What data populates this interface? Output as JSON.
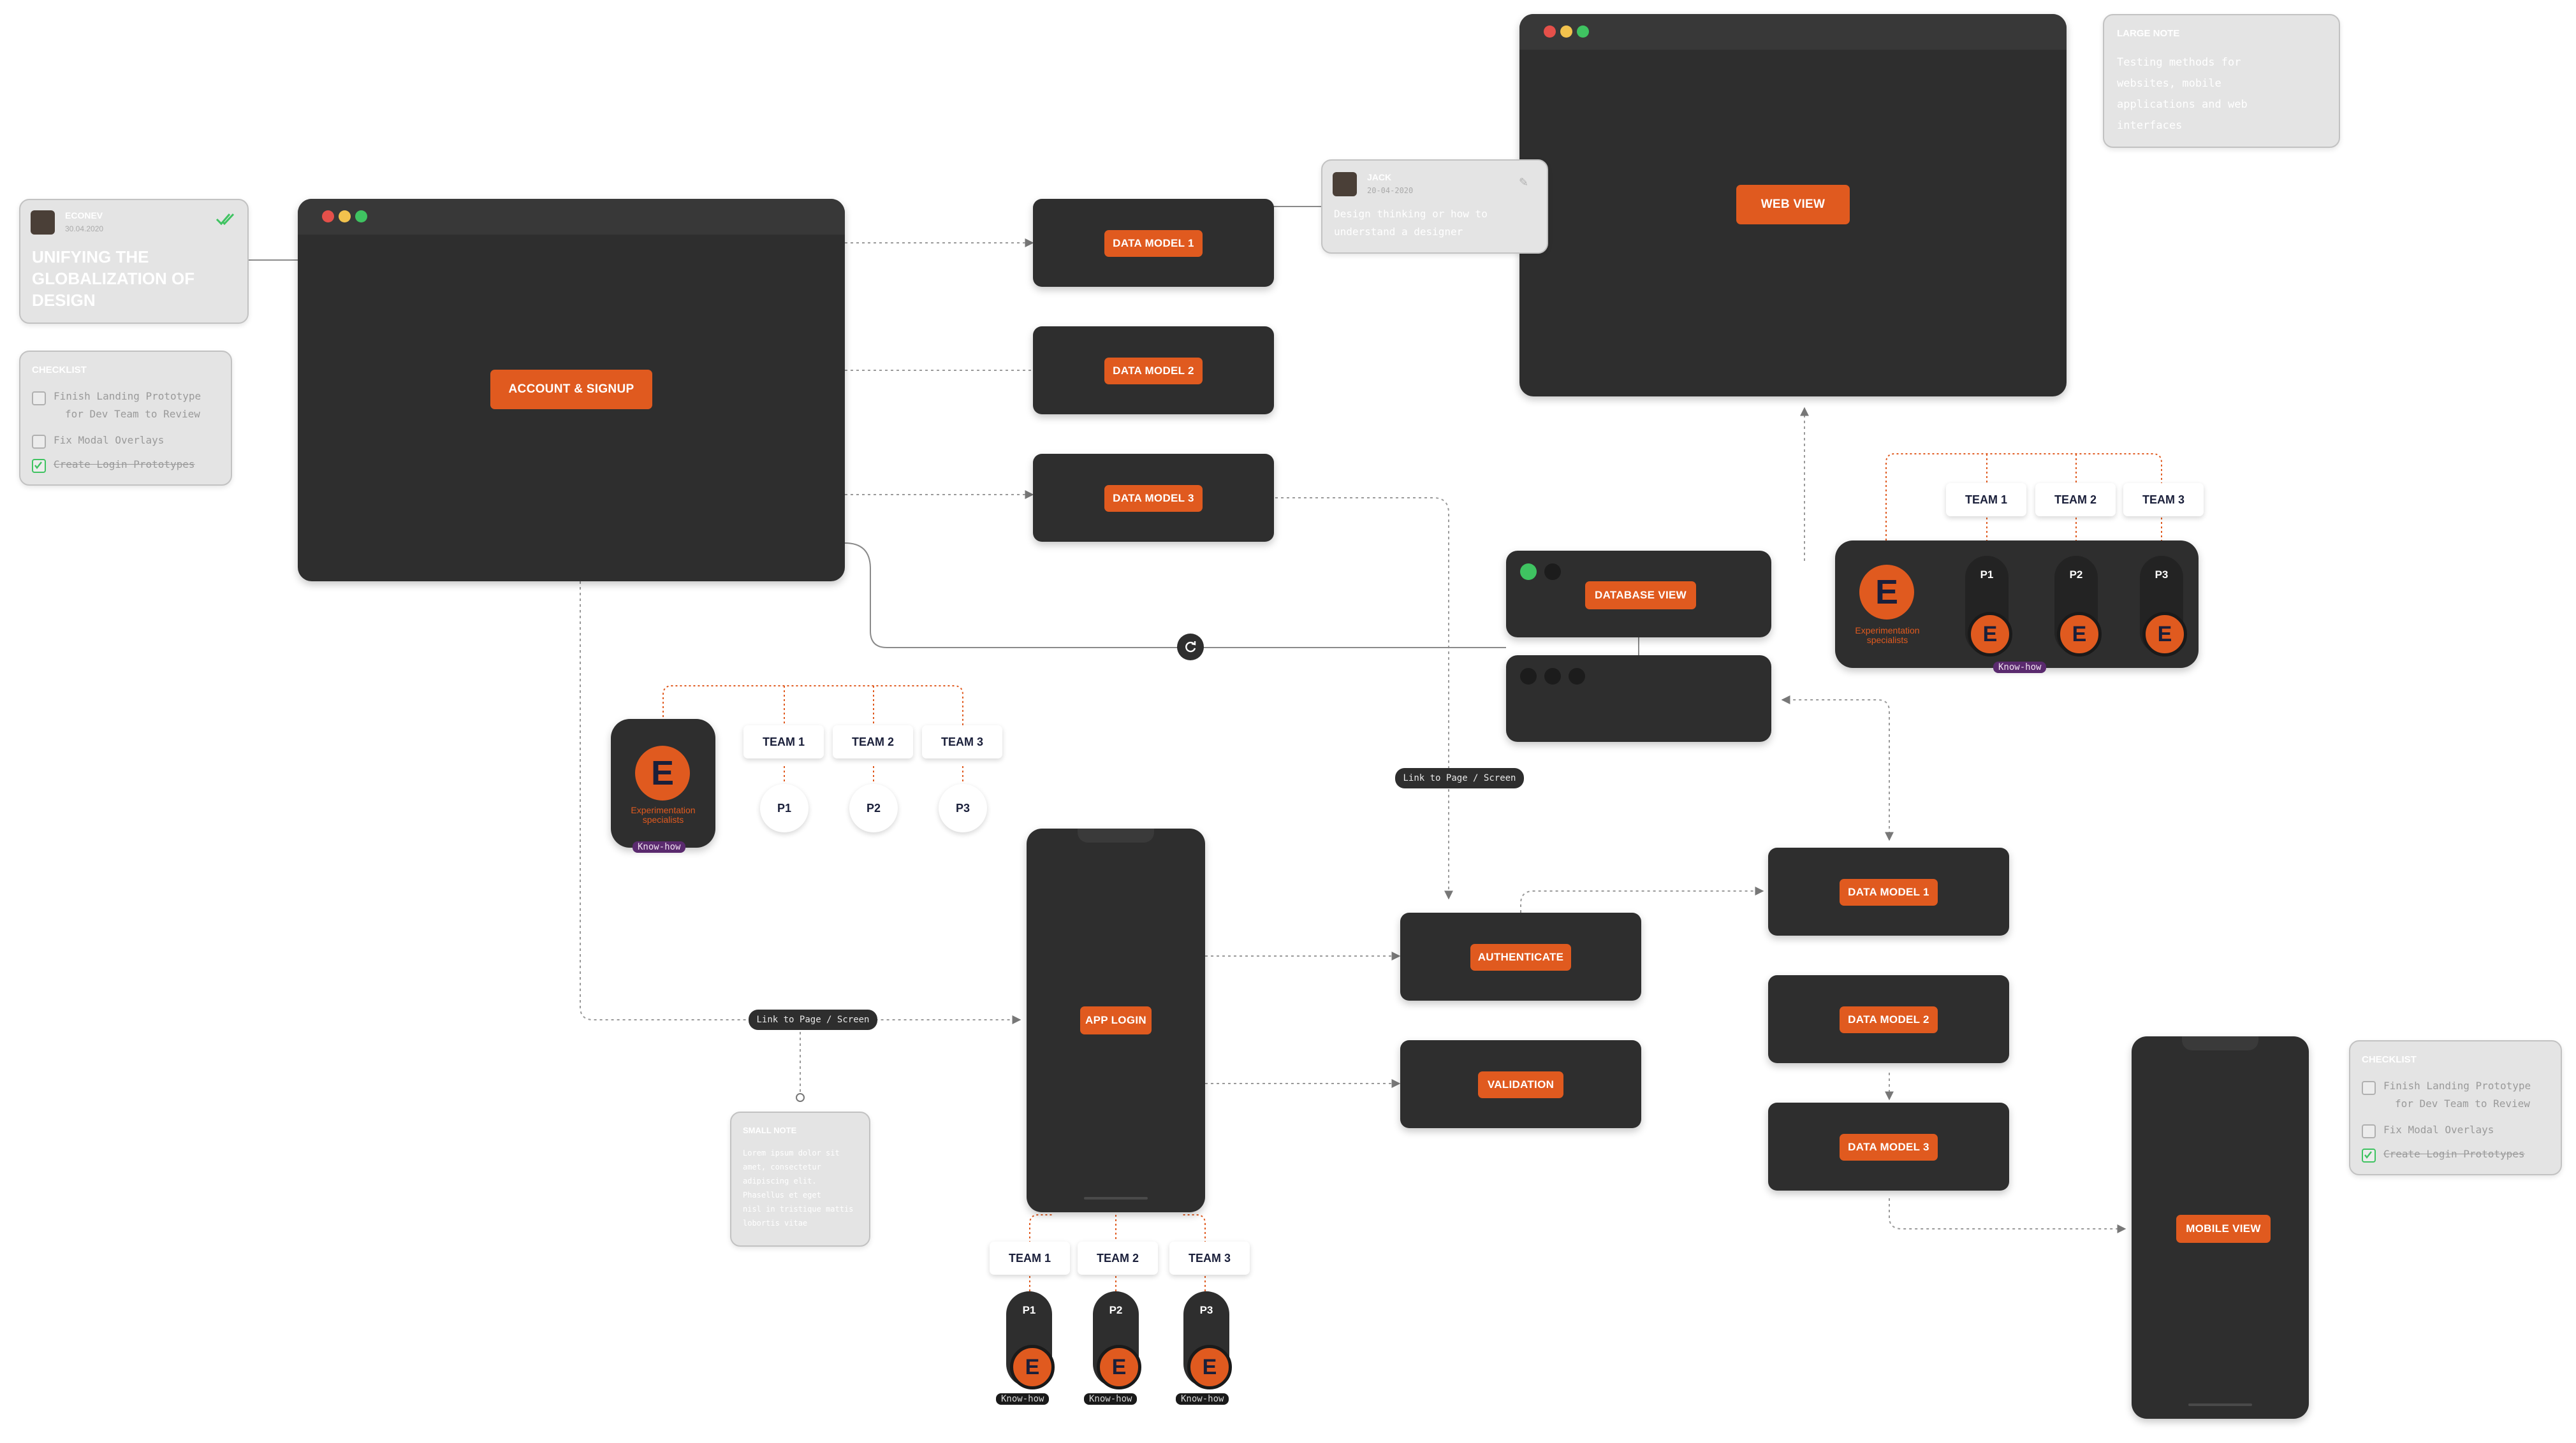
{
  "colors": {
    "accent": "#e05a1f",
    "panel": "#2e2e2e",
    "navy": "#1a1f3a",
    "wire": "#e05a1f"
  },
  "screens": {
    "account_signup": "ACCOUNT & SIGNUP",
    "web_view": "WEB VIEW",
    "database_view": "DATABASE VIEW",
    "app_login": "APP LOGIN",
    "mobile_view": "MOBILE VIEW"
  },
  "data_models_top": [
    "DATA MODEL 1",
    "DATA MODEL 2",
    "DATA MODEL 3"
  ],
  "data_models_right": [
    "DATA MODEL 1",
    "DATA MODEL 2",
    "DATA MODEL 3"
  ],
  "flow": {
    "authenticate": "AUTHENTICATE",
    "validation": "VALIDATION"
  },
  "link_pill": "Link to Page / Screen",
  "sync_icon": "refresh-icon",
  "teams": [
    "TEAM 1",
    "TEAM 2",
    "TEAM 3"
  ],
  "people": [
    "P1",
    "P2",
    "P3"
  ],
  "brand": {
    "letter": "E",
    "line1": "Experimentation",
    "line2": "specialists",
    "tag": "Know-how"
  },
  "card_econev": {
    "user": "ECONEV",
    "date": "30.04.2020",
    "title_lines": [
      "UNIFYING THE",
      "GLOBALIZATION OF",
      "DESIGN"
    ]
  },
  "card_jack": {
    "user": "JACK",
    "date": "20-04-2020",
    "body_lines": [
      "Design thinking or how to",
      "understand a designer"
    ]
  },
  "large_note": {
    "title": "LARGE NOTE",
    "body_lines": [
      "Testing methods for",
      "websites, mobile",
      "applications and web",
      "interfaces"
    ]
  },
  "small_note": {
    "title": "SMALL NOTE",
    "body_lines": [
      "Lorem ipsum dolor sit",
      "amet, consectetur",
      "adipiscing elit.",
      "Phasellus et eget",
      "nisl in tristique mattis",
      "lobortis vitae"
    ]
  },
  "checklist": {
    "title": "CHECKLIST",
    "items": [
      {
        "lines": [
          "Finish Landing Prototype",
          "  for Dev Team to Review"
        ],
        "checked": false
      },
      {
        "lines": [
          "Fix Modal Overlays"
        ],
        "checked": false
      },
      {
        "lines": [
          "Create Login Prototypes"
        ],
        "checked": true
      }
    ]
  }
}
